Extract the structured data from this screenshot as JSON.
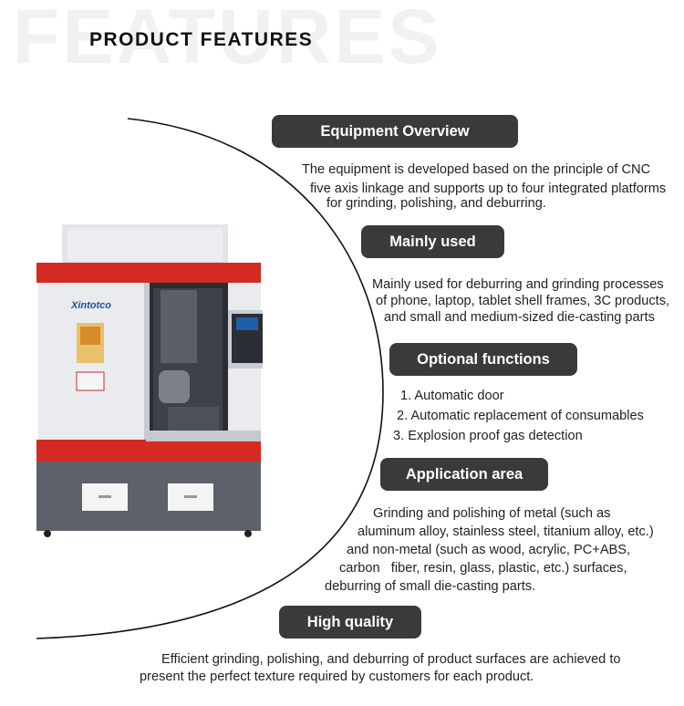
{
  "watermark": "FEATURES",
  "title": "PRODUCT FEATURES",
  "sections": [
    {
      "heading": "Equipment Overview",
      "lines": [
        "The equipment is developed based on the principle of CNC",
        "five axis linkage and supports up to four integrated platforms",
        "for grinding, polishing, and deburring."
      ]
    },
    {
      "heading": "Mainly used",
      "lines": [
        "Mainly used for deburring and grinding processes",
        "of phone, laptop, tablet shell frames, 3C products,",
        "and small and medium-sized die-casting parts"
      ]
    },
    {
      "heading": "Optional functions",
      "lines": [
        "1. Automatic door",
        "2. Automatic replacement of consumables",
        "3. Explosion proof gas detection"
      ]
    },
    {
      "heading": "Application area",
      "lines": [
        "Grinding and polishing of metal (such as",
        "aluminum alloy, stainless steel, titanium alloy, etc.)",
        "and non-metal (such as wood, acrylic, PC+ABS,",
        "carbon   fiber, resin, glass, plastic, etc.) surfaces,",
        "deburring of small die-casting parts."
      ]
    },
    {
      "heading": "High quality",
      "lines": [
        "Efficient grinding, polishing, and deburring of product surfaces are achieved to",
        "present the perfect texture required by customers for each product."
      ]
    }
  ],
  "machine": {
    "brand": "Xintotco"
  },
  "colors": {
    "pill": "#3a3a3a",
    "machine_red": "#d42a24",
    "machine_gray": "#5d6169",
    "body_light": "#e9ebee"
  }
}
